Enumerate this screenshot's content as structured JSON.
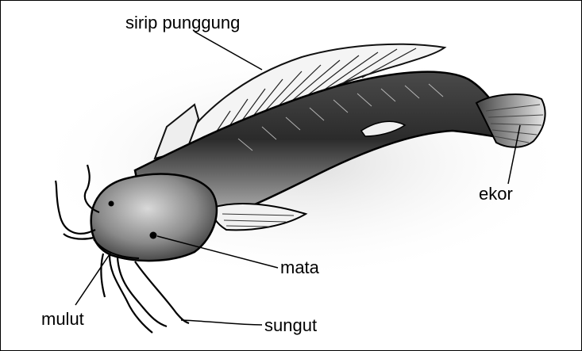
{
  "diagram": {
    "labels": {
      "dorsal_fin": "sirip punggung",
      "tail": "ekor",
      "eye": "mata",
      "mouth": "mulut",
      "barbel": "sungut"
    }
  }
}
